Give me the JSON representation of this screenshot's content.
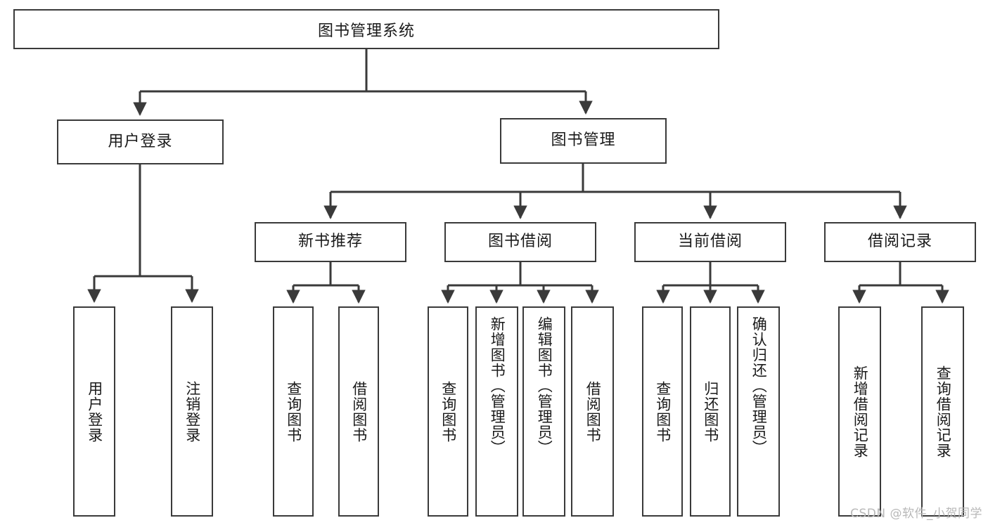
{
  "diagram": {
    "title": "图书管理系统",
    "type": "tree-hierarchy-diagram",
    "root": {
      "label": "图书管理系统"
    },
    "level1": [
      {
        "label": "用户登录"
      },
      {
        "label": "图书管理"
      }
    ],
    "level2": [
      {
        "label": "新书推荐"
      },
      {
        "label": "图书借阅"
      },
      {
        "label": "当前借阅"
      },
      {
        "label": "借阅记录"
      }
    ],
    "leaves": [
      {
        "label": "用户登录",
        "parent": "用户登录"
      },
      {
        "label": "注销登录",
        "parent": "用户登录"
      },
      {
        "label": "查询图书",
        "parent": "新书推荐"
      },
      {
        "label": "借阅图书",
        "parent": "新书推荐"
      },
      {
        "label": "查询图书",
        "parent": "图书借阅"
      },
      {
        "label": "新增图书（管理员）",
        "parent": "图书借阅"
      },
      {
        "label": "编辑图书（管理员）",
        "parent": "图书借阅"
      },
      {
        "label": "借阅图书",
        "parent": "图书借阅"
      },
      {
        "label": "查询图书",
        "parent": "当前借阅"
      },
      {
        "label": "归还图书",
        "parent": "当前借阅"
      },
      {
        "label": "确认归还（管理员）",
        "parent": "当前借阅"
      },
      {
        "label": "新增借阅记录",
        "parent": "借阅记录"
      },
      {
        "label": "查询借阅记录",
        "parent": "借阅记录"
      }
    ],
    "watermark": "CSDN @软件_小贺同学",
    "colors": {
      "border": "#3a3a3a",
      "background": "#ffffff",
      "text": "#1a1a1a",
      "watermark": "#b8b8b8"
    }
  }
}
